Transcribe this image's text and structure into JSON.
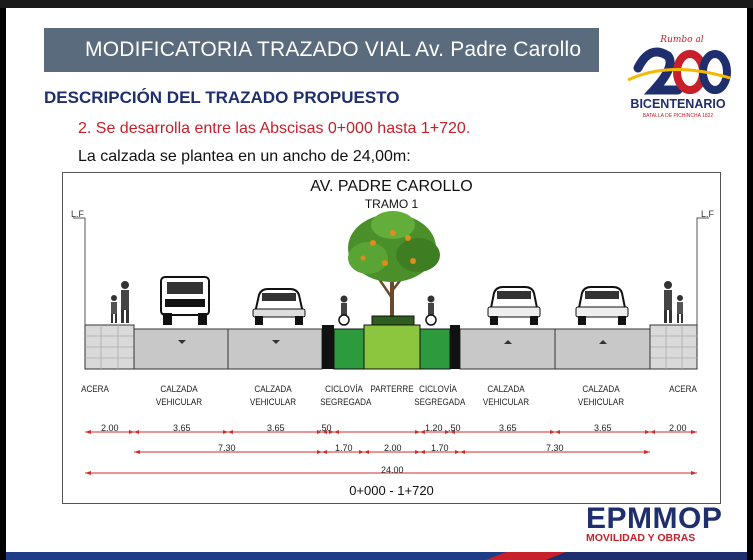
{
  "header": {
    "title": "MODIFICATORIA TRAZADO VIAL Av. Padre Carollo",
    "section": "DESCRIPCIÓN DEL TRAZADO PROPUESTO",
    "point": "2. Se desarrolla entre las Abscisas 0+000 hasta 1+720.",
    "description": "La calzada se plantea en un ancho de 24,00m:"
  },
  "logo": {
    "script": "Rumbo al",
    "number": "200",
    "name": "BICENTENARIO",
    "tagline": "BATALLA DE PICHINCHA 1822"
  },
  "figure": {
    "title": "AV. PADRE CAROLLO",
    "subtitle": "TRAMO 1",
    "lf_left": "L.F",
    "lf_right": "L.F",
    "segments": [
      {
        "label": "ACERA"
      },
      {
        "label": "CALZADA VEHICULAR"
      },
      {
        "label": "CALZADA VEHICULAR"
      },
      {
        "label": "CICLOVÍA\nSEGREGADA"
      },
      {
        "label": "PARTERRE"
      },
      {
        "label": "CICLOVÍA\nSEGREGADA"
      },
      {
        "label": "CALZADA VEHICULAR"
      },
      {
        "label": "CALZADA VEHICULAR"
      },
      {
        "label": "ACERA"
      }
    ],
    "dims_row1": [
      "2.00",
      "3.65",
      "3.65",
      ".50",
      "1.20",
      ".50",
      "3.65",
      "3.65",
      "2.00"
    ],
    "dims_row2": [
      "7.30",
      "1.70",
      "2.00",
      "1.70",
      "7.30"
    ],
    "dims_total": "24.00",
    "range": "0+000  -  1+720"
  },
  "footer": {
    "brand": "EPMMOP",
    "brand_sub": "MOVILIDAD Y OBRAS"
  },
  "colors": {
    "title_bg": "#5b6b7e",
    "section_blue": "#1f2f6e",
    "accent_red": "#c8202a",
    "bike_lane_green": "#2e9a3e",
    "median_green": "#8cc63f"
  }
}
